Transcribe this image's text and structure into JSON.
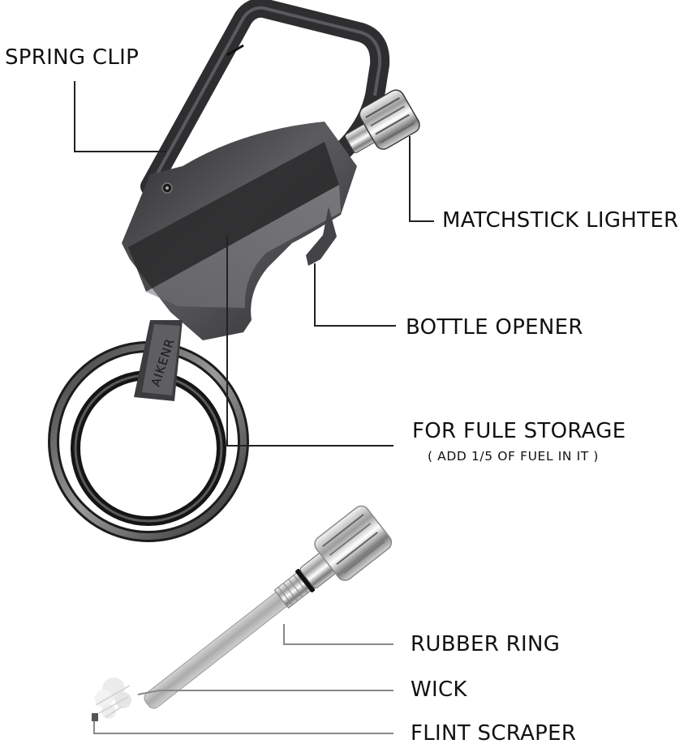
{
  "diagram": {
    "subject": "Keychain matchstick lighter",
    "brand_engraving": "AIKENR",
    "labels": {
      "spring_clip": "SPRING CLIP",
      "matchstick_lighter": "MATCHSTICK LIGHTER",
      "bottle_opener": "BOTTLE OPENER",
      "fuel_storage": "FOR FULE STORAGE",
      "fuel_storage_note": "( ADD 1/5 OF FUEL IN IT )",
      "rubber_ring": "RUBBER RING",
      "wick": "WICK",
      "flint_scraper": "FLINT SCRAPER"
    },
    "colors": {
      "background": "#ffffff",
      "text": "#111111",
      "leader_line": "#222222",
      "leader_line_light": "#888888",
      "body_metal": "#3a3a3c",
      "body_highlight": "#8a8a8e",
      "chrome": "#d8d8d8"
    }
  }
}
